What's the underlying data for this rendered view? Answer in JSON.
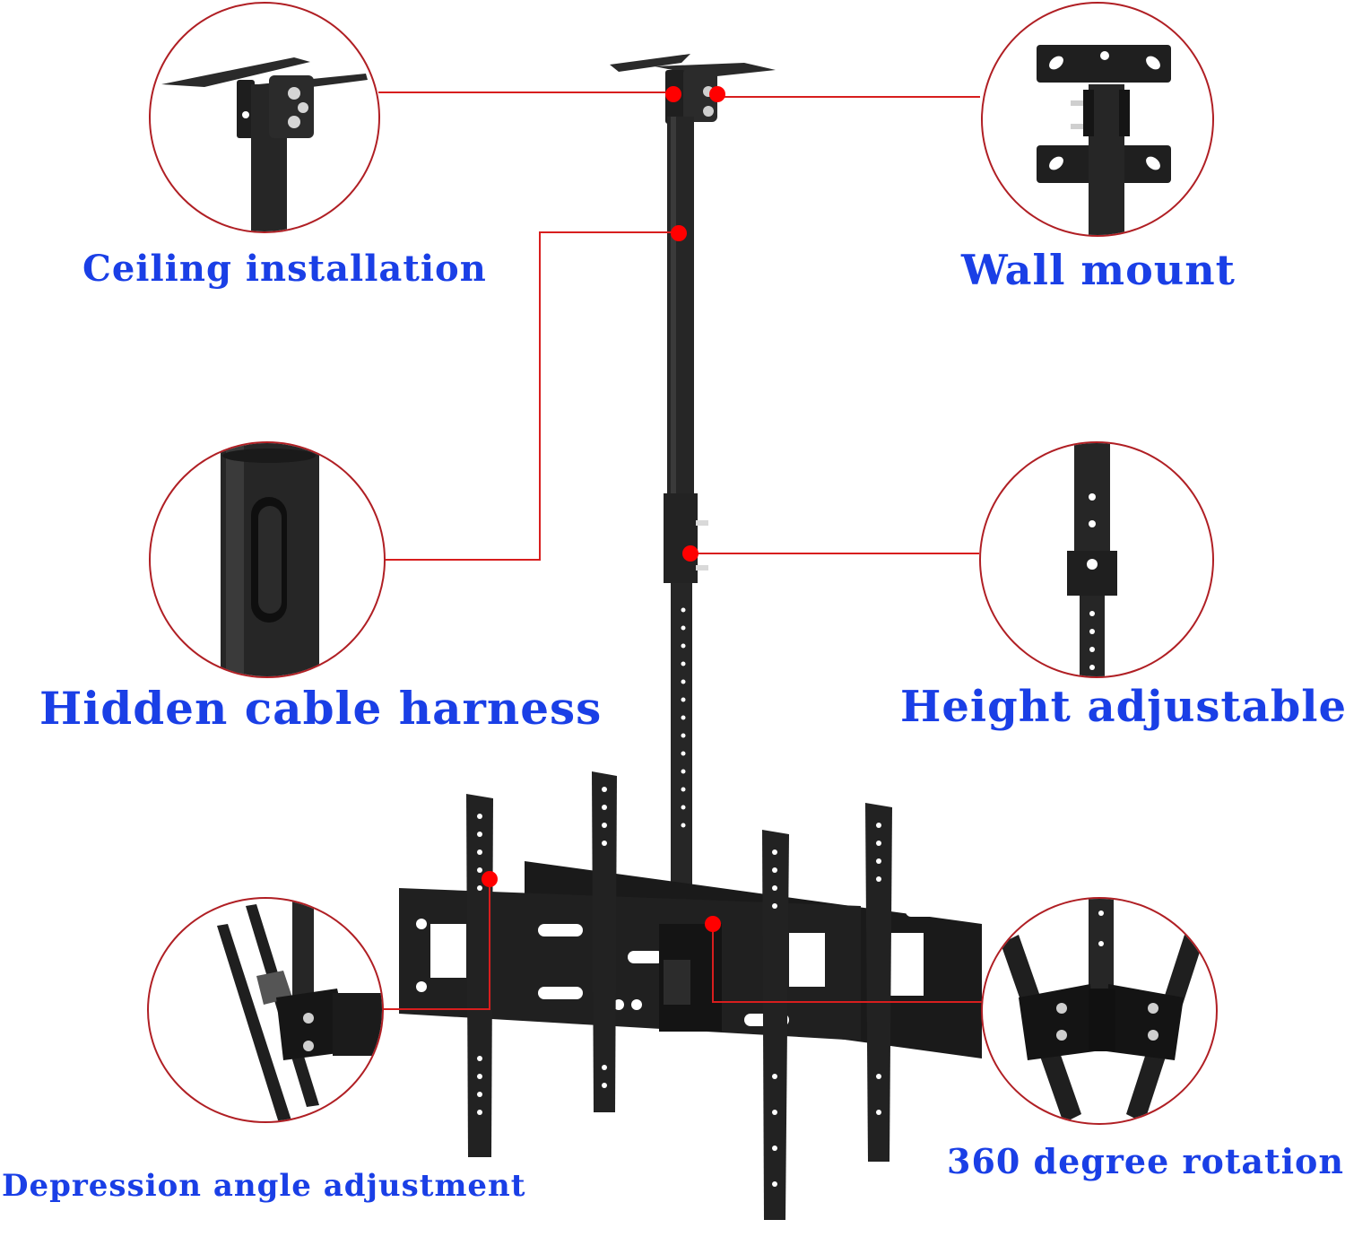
{
  "diagram": {
    "title": "Ceiling TV mount feature diagram",
    "accent_color": "#1a3fe6",
    "connector_color": "#d81e1e",
    "circle_border_color": "#b01f24",
    "product_color": "#1f1f1f"
  },
  "features": [
    {
      "id": "ceiling",
      "label": "Ceiling installation",
      "icon": "ceiling-bracket-icon"
    },
    {
      "id": "wall",
      "label": "Wall mount",
      "icon": "wall-bracket-icon"
    },
    {
      "id": "cable",
      "label": "Hidden cable harness",
      "icon": "cable-slot-icon"
    },
    {
      "id": "height",
      "label": "Height adjustable",
      "icon": "telescoping-pole-icon"
    },
    {
      "id": "tilt",
      "label": "Depression angle adjustment",
      "icon": "tilt-joint-icon"
    },
    {
      "id": "rotation",
      "label": "360 degree rotation",
      "icon": "swivel-joint-icon"
    }
  ]
}
